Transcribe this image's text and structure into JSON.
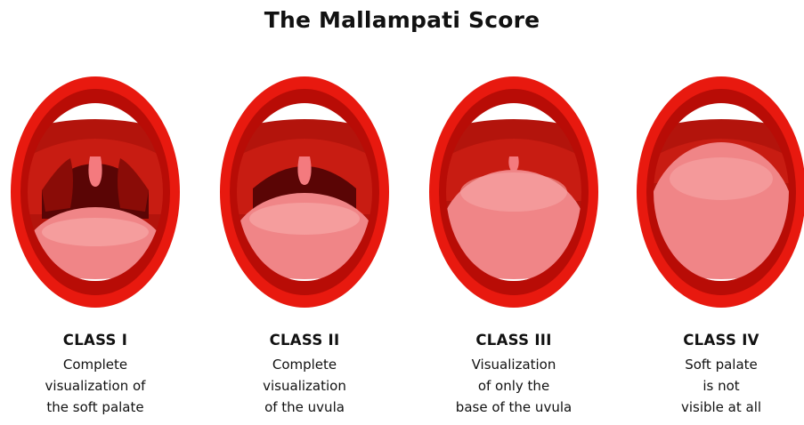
{
  "title": "The Mallampati Score",
  "colors": {
    "lip": "#e8190f",
    "lip_dark": "#b80c06",
    "mouth_interior": "#b3140c",
    "throat_dark": "#5a0505",
    "tongue": "#f08587",
    "tongue_light": "#f7a6a6",
    "uvula": "#f47a7e",
    "teeth": "#ffffff"
  },
  "classes": [
    {
      "label": "CLASS I",
      "description": [
        "Complete",
        "visualization of",
        "the soft palate"
      ],
      "visibility": "soft palate, fauces, uvula and pillars visible"
    },
    {
      "label": "CLASS II",
      "description": [
        "Complete",
        "visualization",
        "of the uvula"
      ],
      "visibility": "soft palate and uvula visible"
    },
    {
      "label": "CLASS III",
      "description": [
        "Visualization",
        "of only the",
        "base of the uvula"
      ],
      "visibility": "soft palate and base of uvula visible"
    },
    {
      "label": "CLASS IV",
      "description": [
        "Soft palate",
        "is not",
        "visible at all"
      ],
      "visibility": "only hard palate visible"
    }
  ]
}
